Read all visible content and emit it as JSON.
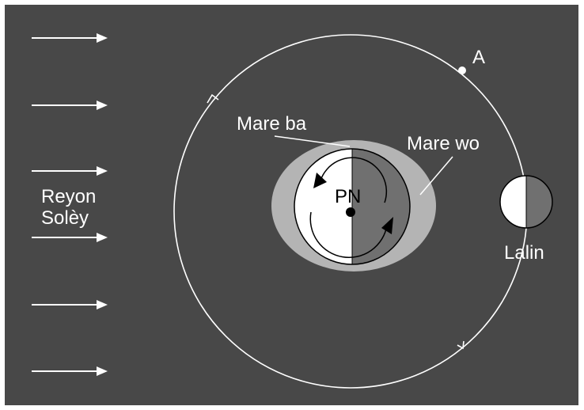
{
  "labels": {
    "sun_rays": [
      "Reyon",
      "Solèy"
    ],
    "point_a": "A",
    "low_tide": "Mare ba",
    "high_tide": "Mare wo",
    "north_pole": "PN",
    "moon": "Lalin"
  },
  "colors": {
    "background": "#484848",
    "frame": "#ffffff",
    "orbit_and_arrows": "#ffffff",
    "tidal_bulge": "#b4b4b4",
    "earth_day_side": "#ffffff",
    "earth_night_side": "#707070",
    "text_dark": "#000000",
    "text_light": "#ffffff"
  },
  "icons": {
    "rotation": "curved-arrow-icon",
    "orbit_direction": "chevron-arrow-icon",
    "sunlight": "right-arrow-icon"
  }
}
